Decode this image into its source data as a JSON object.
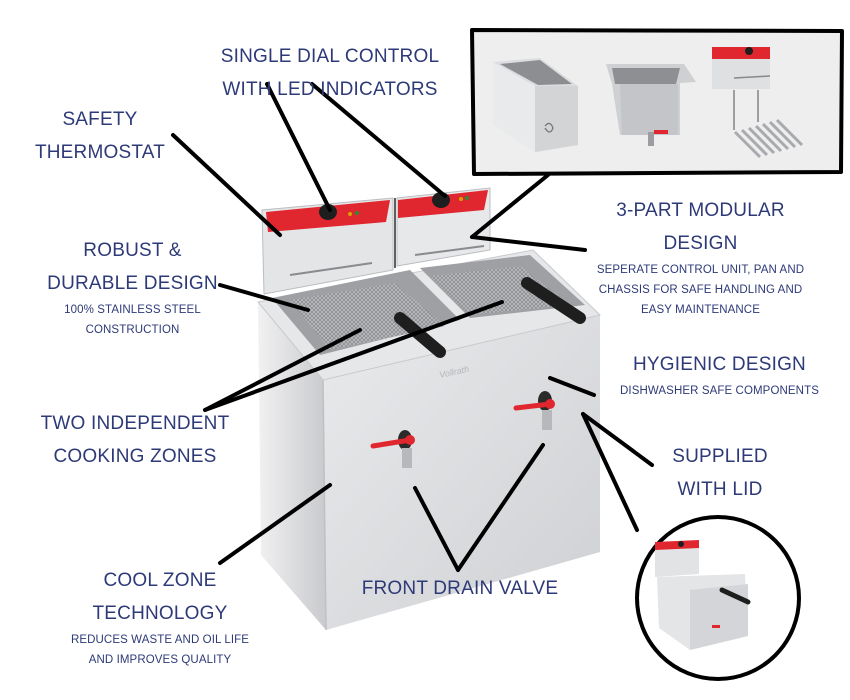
{
  "diagram": {
    "subject": "Twin-tank electric deep fryer",
    "colors": {
      "text": "#2e3a78",
      "leader_lines": "#000000",
      "control_panel": "#e0262e",
      "steel": "#d9dadc",
      "handle": "#1e1e1e",
      "inset_background": "#eeeeee"
    },
    "callouts": [
      {
        "id": "safety-thermostat",
        "title_lines": [
          "SAFETY",
          "THERMOSTAT"
        ],
        "sub_lines": []
      },
      {
        "id": "single-dial-control",
        "title_lines": [
          "SINGLE DIAL CONTROL",
          "WITH LED INDICATORS"
        ],
        "sub_lines": []
      },
      {
        "id": "robust-durable",
        "title_lines": [
          "ROBUST &",
          "DURABLE DESIGN"
        ],
        "sub_lines": [
          "100% STAINLESS STEEL",
          "CONSTRUCTION"
        ]
      },
      {
        "id": "modular-design",
        "title_lines": [
          "3-PART MODULAR",
          "DESIGN"
        ],
        "sub_lines": [
          "SEPERATE CONTROL UNIT, PAN AND",
          "CHASSIS FOR SAFE HANDLING AND",
          "EASY MAINTENANCE"
        ]
      },
      {
        "id": "hygienic-design",
        "title_lines": [
          "HYGIENIC DESIGN"
        ],
        "sub_lines": [
          "DISHWASHER SAFE COMPONENTS"
        ]
      },
      {
        "id": "two-zones",
        "title_lines": [
          "TWO INDEPENDENT",
          "COOKING ZONES"
        ],
        "sub_lines": []
      },
      {
        "id": "supplied-with-lid",
        "title_lines": [
          "SUPPLIED",
          "WITH LID"
        ],
        "sub_lines": []
      },
      {
        "id": "cool-zone",
        "title_lines": [
          "COOL ZONE",
          "TECHNOLOGY"
        ],
        "sub_lines": [
          "REDUCES WASTE AND OIL LIFE",
          "AND IMPROVES QUALITY"
        ]
      },
      {
        "id": "front-drain",
        "title_lines": [
          "FRONT DRAIN VALVE"
        ],
        "sub_lines": []
      }
    ],
    "inset_parts": [
      "chassis",
      "pan with drain tap",
      "control unit with heating element"
    ],
    "brand_mark": "Vollrath"
  }
}
